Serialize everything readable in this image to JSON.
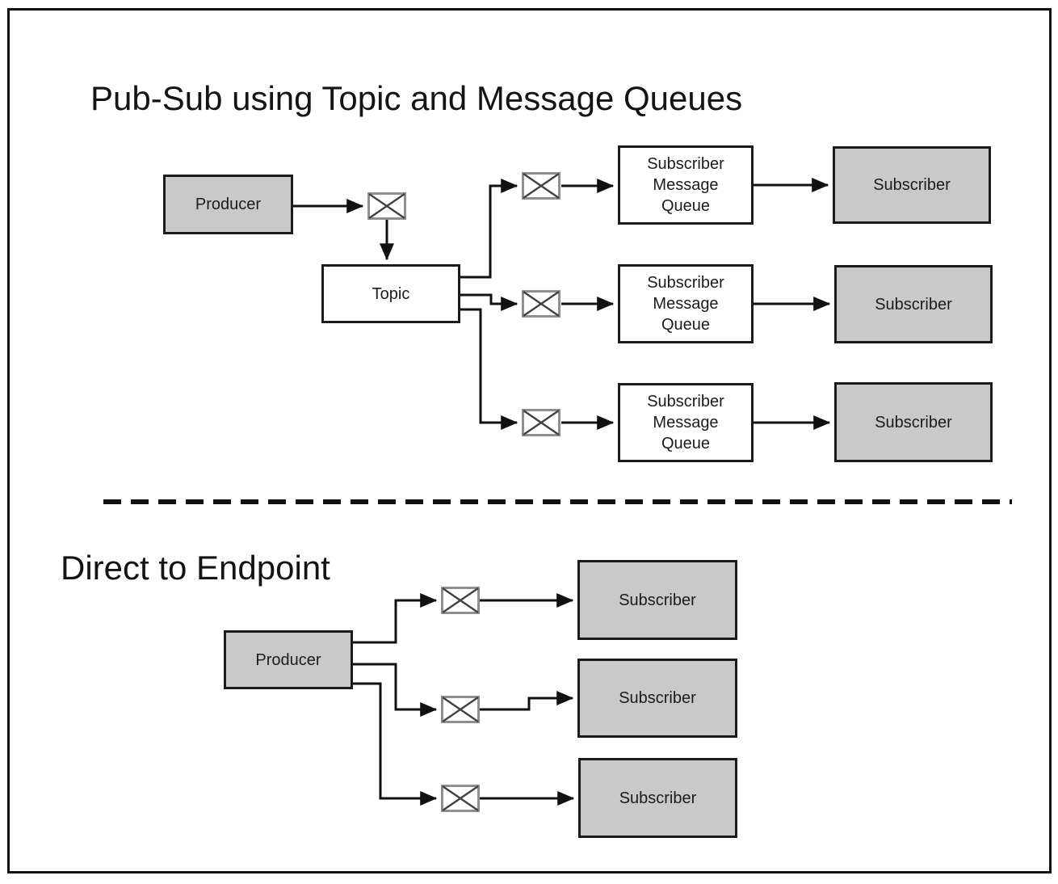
{
  "top_section": {
    "title": "Pub-Sub using Topic and Message Queues",
    "producer_label": "Producer",
    "topic_label": "Topic",
    "queue_line1": "Subscriber",
    "queue_line2": "Message",
    "queue_line3": "Queue",
    "subscriber_label": "Subscriber"
  },
  "bottom_section": {
    "title": "Direct to Endpoint",
    "producer_label": "Producer",
    "subscriber_label": "Subscriber"
  },
  "icons": {
    "envelope": "message-envelope-icon"
  },
  "colors": {
    "node_fill_gray": "#c9c9c9",
    "node_fill_white": "#ffffff",
    "node_border": "#1b1b1b",
    "connector": "#111111",
    "envelope_outline": "#8f8f8f",
    "envelope_x": "#414141",
    "background": "#ffffff"
  }
}
